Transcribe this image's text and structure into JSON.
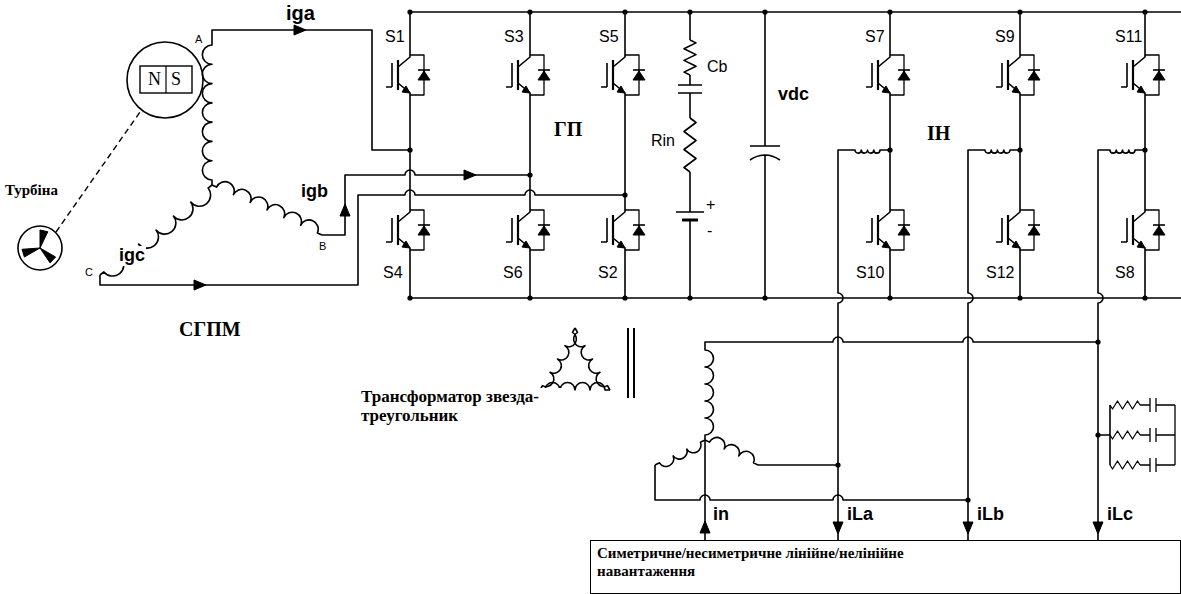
{
  "diagram": {
    "nodes": [
      {
        "text": [
          "Симетричне/несиметричне лінійне/нелінійне навантаження"
        ]
      }
    ],
    "labels": [
      "Турбіна",
      "N",
      "S",
      "A",
      "B",
      "C",
      "iga",
      "igb",
      "igc",
      "СГПМ",
      "S1",
      "S3",
      "S5",
      "S4",
      "S6",
      "S2",
      "ГП",
      "Cb",
      "Rin",
      "+",
      "-",
      "vdc",
      "S7",
      "ІН",
      "S9",
      "S11",
      "S10",
      "S12",
      "S8",
      "Трансформатор звезда-треугольник",
      "in",
      "iLa",
      "iLb",
      "iLc"
    ]
  }
}
